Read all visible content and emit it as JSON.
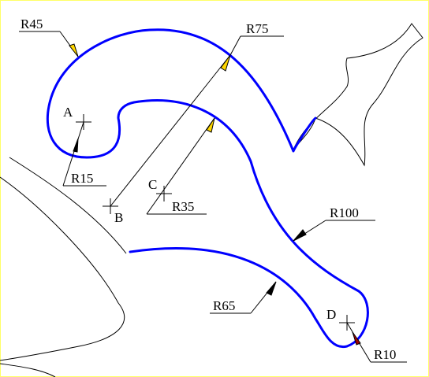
{
  "colors": {
    "frame": "#ffff66",
    "profile": "#0000ff",
    "arrow_yellow": "#ffd700",
    "arrow_red": "#a00000",
    "line": "#000000"
  },
  "labels": {
    "r45": "R45",
    "r75": "R75",
    "r15": "R15",
    "r35": "R35",
    "r100": "R100",
    "r65": "R65",
    "r10": "R10",
    "a": "A",
    "b": "B",
    "c": "C",
    "d": "D"
  }
}
